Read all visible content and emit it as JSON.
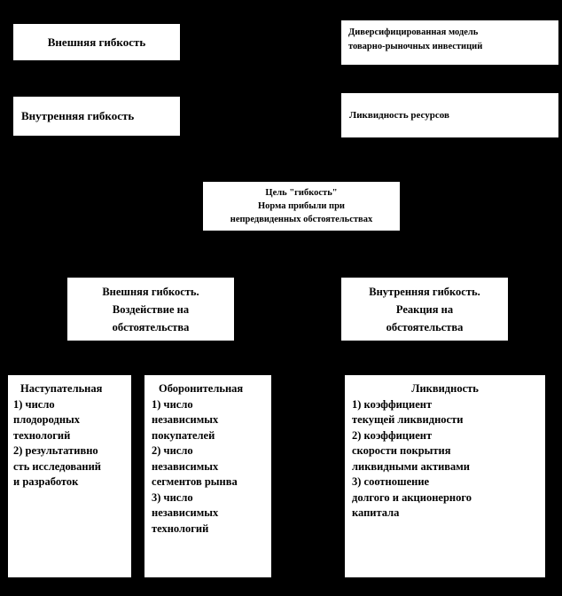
{
  "page": {
    "background_color": "#000000",
    "box_background_color": "#ffffff",
    "text_color": "#000000"
  },
  "boxes": {
    "external_flexibility": {
      "text": "Внешняя гибкость"
    },
    "diversified_model": {
      "text": "Диверсифицированная модель\nтоварно-рыночных инвестиций"
    },
    "internal_flexibility": {
      "text": "Внутренняя гибкость"
    },
    "resource_liquidity": {
      "text": "Ликвидность ресурсов"
    },
    "goal": {
      "text": "Цель \"гибкость\"\nНорма прибыли при\nнепредвиденных обстоятельствах"
    },
    "external_impact": {
      "text": "Внешняя гибкость.\nВоздействие на\nобстоятельства"
    },
    "internal_reaction": {
      "text": "Внутренняя гибкость.\nРеакция на\nобстоятельства"
    },
    "offensive": {
      "title": "Наступательная",
      "body": "1) число\nплодородных\nтехнологий\n2) результативно\nсть исследований\nи разработок"
    },
    "defensive": {
      "title": "Оборонительная",
      "body": "1) число\nнезависимых\nпокупателей\n2) число\nнезависимых\nсегментов рынва\n3) число\nнезависимых\nтехнологий"
    },
    "liquidity": {
      "title": "Ликвидность",
      "body": "1) коэффициент\nтекущей ликвидности\n2) коэффициент\nскорости покрытия\nликвидными активами\n3) соотношение\nдолгого и акционерного\nкапитала"
    }
  }
}
